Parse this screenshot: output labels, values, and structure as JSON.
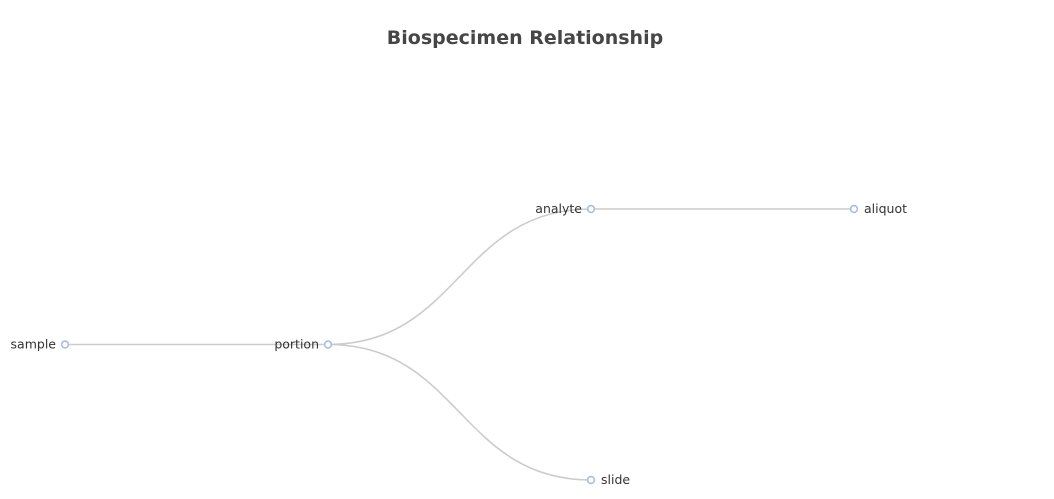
{
  "chart_data": {
    "type": "tree",
    "title": "Biospecimen Relationship",
    "orientation": "left-to-right",
    "root": {
      "name": "sample",
      "children": [
        {
          "name": "portion",
          "children": [
            {
              "name": "analyte",
              "children": [
                {
                  "name": "aliquot",
                  "children": []
                }
              ]
            },
            {
              "name": "slide",
              "children": []
            }
          ]
        }
      ]
    },
    "colors": {
      "title": "#464646",
      "link": "#cccccc",
      "node_stroke": "#a9bfdf",
      "node_fill": "#ffffff",
      "label": "#333333"
    }
  }
}
